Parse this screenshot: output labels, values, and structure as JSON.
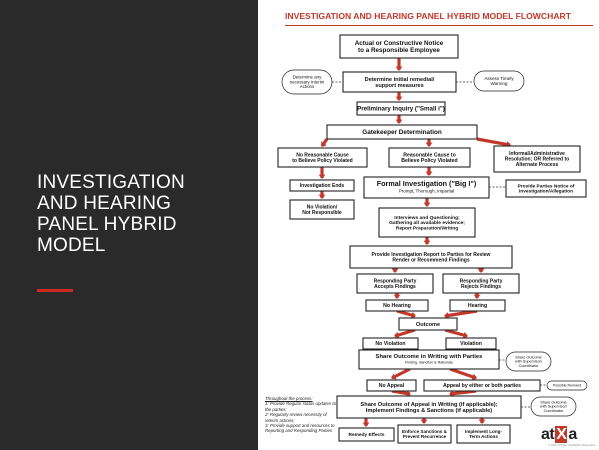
{
  "slide": {
    "title": "INVESTIGATION AND HEARING PANEL HYBRID MODEL"
  },
  "flowchart": {
    "title": "INVESTIGATION AND HEARING PANEL HYBRID MODEL FLOWCHART",
    "nodes": [
      {
        "id": "notice",
        "lines": [
          "Actual or Constructive Notice",
          "to a Responsible Employee"
        ]
      },
      {
        "id": "interim",
        "lines": [
          "Determine any",
          "necessary Interim",
          "Actions"
        ],
        "shape": "oval"
      },
      {
        "id": "remedial",
        "lines": [
          "Determine initial remedial/",
          "support measures"
        ]
      },
      {
        "id": "warning",
        "lines": [
          "Assess Timely",
          "Warning"
        ],
        "shape": "oval"
      },
      {
        "id": "prelim",
        "lines": [
          "Preliminary Inquiry (\"Small i\")"
        ]
      },
      {
        "id": "gatekeeper",
        "lines": [
          "Gatekeeper Determination"
        ]
      },
      {
        "id": "no-cause",
        "lines": [
          "No Reasonable Cause",
          "to Believe Policy Violated"
        ]
      },
      {
        "id": "cause",
        "lines": [
          "Reasonable Cause to",
          "Believe Policy Violated"
        ]
      },
      {
        "id": "informal",
        "lines": [
          "Informal/Administrative",
          "Resolution; OR Referred to",
          "Alternate Process"
        ]
      },
      {
        "id": "inv-ends",
        "lines": [
          "Investigation Ends"
        ]
      },
      {
        "id": "formal",
        "lines": [
          "Formal Investigation (\"Big I\")"
        ],
        "sub": "Prompt, Thorough, Impartial"
      },
      {
        "id": "notice-parties",
        "lines": [
          "Provide Parties Notice of",
          "Investigation/Allegation"
        ]
      },
      {
        "id": "no-violation-1",
        "lines": [
          "No Violation/",
          "Not Responsible"
        ]
      },
      {
        "id": "interviews",
        "lines": [
          "Interviews and Questioning;",
          "Gathering all available evidence;",
          "Report Preparation/Writing"
        ]
      },
      {
        "id": "report",
        "lines": [
          "Provide Investigation Report to Parties for Review",
          "Render or Recommend Findings"
        ]
      },
      {
        "id": "accepts",
        "lines": [
          "Responding Party",
          "Accepts Findings"
        ]
      },
      {
        "id": "rejects",
        "lines": [
          "Responding Party",
          "Rejects Findings"
        ]
      },
      {
        "id": "no-hearing",
        "lines": [
          "No Hearing"
        ]
      },
      {
        "id": "hearing",
        "lines": [
          "Hearing"
        ]
      },
      {
        "id": "outcome",
        "lines": [
          "Outcome"
        ]
      },
      {
        "id": "no-violation-2",
        "lines": [
          "No Violation"
        ]
      },
      {
        "id": "violation",
        "lines": [
          "Violation"
        ]
      },
      {
        "id": "share-outcome",
        "lines": [
          "Share Outcome in Writing with Parties"
        ],
        "sub": "Finding, Sanction & Rationale"
      },
      {
        "id": "share-supervisor-1",
        "lines": [
          "Share Outcome",
          "with Supervisor/",
          "Coordinator"
        ],
        "shape": "oval"
      },
      {
        "id": "no-appeal",
        "lines": [
          "No Appeal"
        ]
      },
      {
        "id": "appeal",
        "lines": [
          "Appeal by either or both parties"
        ]
      },
      {
        "id": "remand",
        "lines": [
          "Possible Remand"
        ],
        "shape": "oval"
      },
      {
        "id": "share-appeal",
        "lines": [
          "Share Outcome of Appeal in Writing (if applicable);",
          "Implement Findings & Sanctions (if applicable)"
        ]
      },
      {
        "id": "share-supervisor-2",
        "lines": [
          "Share Outcome",
          "with Supervisor/",
          "Coordinator"
        ],
        "shape": "oval"
      },
      {
        "id": "remedy",
        "lines": [
          "Remedy Effects"
        ]
      },
      {
        "id": "enforce",
        "lines": [
          "Enforce Sanctions &",
          "Prevent Recurrence"
        ]
      },
      {
        "id": "longterm",
        "lines": [
          "Implement Long-",
          "Term Actions"
        ]
      }
    ],
    "note": {
      "heading": "Throughout the process:",
      "items": [
        "1: Provide Regular status updates to the parties;",
        "2: Regularly review necessity of interim actions;",
        "3: Provide support and resources to Reporting and Responding Parties"
      ]
    },
    "logo": {
      "pre": "at",
      "mid": "X",
      "post": "a"
    },
    "copyright": "© 2017 ATIXA. All Rights Reserved."
  },
  "colors": {
    "background": "#2a2a2a",
    "accent": "#cc2a1f",
    "arrow": "#c0392b",
    "title_red": "#c0392b"
  }
}
